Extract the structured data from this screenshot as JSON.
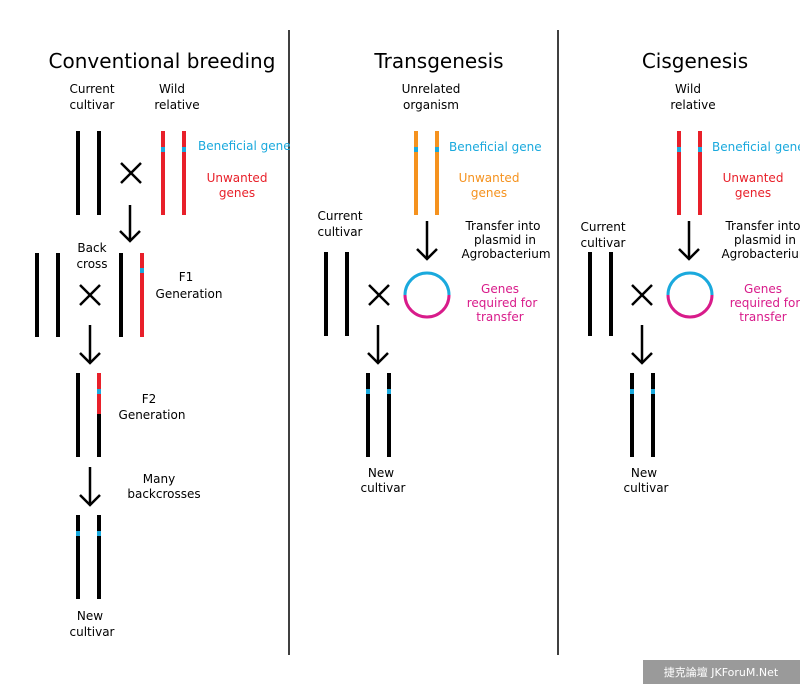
{
  "colors": {
    "chromosome": "#000000",
    "beneficial": "#1aa9dd",
    "unwanted": "#e8202a",
    "donor_orange": "#f5921e",
    "plasmid_genes": "#d81b8a"
  },
  "conventional": {
    "title": "Conventional breeding",
    "current_cultivar": [
      "Current",
      "cultivar"
    ],
    "wild_relative": [
      "Wild",
      "relative"
    ],
    "beneficial_gene": "Beneficial gene",
    "unwanted_genes": [
      "Unwanted",
      "genes"
    ],
    "back_cross": [
      "Back",
      "cross"
    ],
    "f1": [
      "F1",
      "Generation"
    ],
    "f2": [
      "F2",
      "Generation"
    ],
    "many_backcrosses": [
      "Many",
      "backcrosses"
    ],
    "new_cultivar": [
      "New",
      "cultivar"
    ]
  },
  "transgenesis": {
    "title": "Transgenesis",
    "unrelated_organism": [
      "Unrelated",
      "organism"
    ],
    "beneficial_gene": "Beneficial gene",
    "unwanted_genes": [
      "Unwanted",
      "genes"
    ],
    "transfer": [
      "Transfer into",
      "plasmid in",
      "Agrobacterium"
    ],
    "current_cultivar": [
      "Current",
      "cultivar"
    ],
    "genes_required": [
      "Genes",
      "required for",
      "transfer"
    ],
    "new_cultivar": [
      "New",
      "cultivar"
    ]
  },
  "cisgenesis": {
    "title": "Cisgenesis",
    "wild_relative": [
      "Wild",
      "relative"
    ],
    "beneficial_gene": "Beneficial gene",
    "unwanted_genes": [
      "Unwanted",
      "genes"
    ],
    "transfer": [
      "Transfer into",
      "plasmid in",
      "Agrobacterium"
    ],
    "current_cultivar": [
      "Current",
      "cultivar"
    ],
    "genes_required": [
      "Genes",
      "required for",
      "transfer"
    ],
    "new_cultivar": [
      "New",
      "cultivar"
    ]
  },
  "watermark": "捷克論壇 JKForuM.Net"
}
